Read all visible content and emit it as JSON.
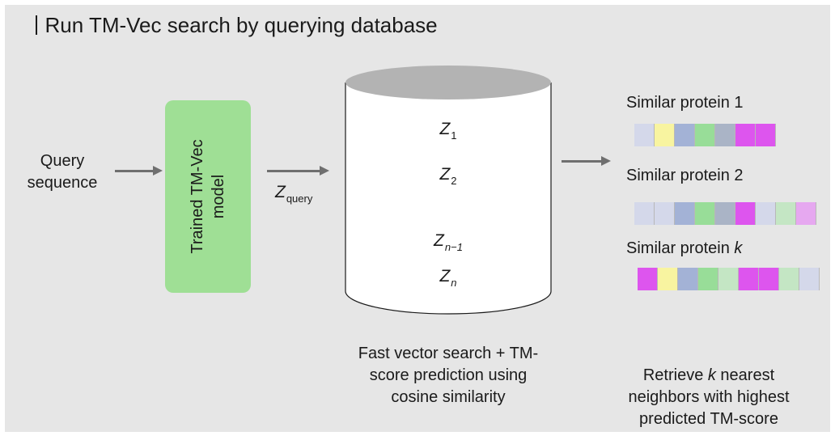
{
  "title": "Run TM-Vec search by querying database",
  "query": {
    "label": "Query\nsequence"
  },
  "model": {
    "label": "Trained TM-Vec\nmodel",
    "color": "#9fdf95"
  },
  "zquery": {
    "var": "Z",
    "sub": "query"
  },
  "database": {
    "entries": [
      {
        "var": "Z",
        "sub": "1"
      },
      {
        "var": "Z",
        "sub": "2"
      },
      {
        "var": "Z",
        "sub": "n−1"
      },
      {
        "var": "Z",
        "sub": "n"
      }
    ],
    "caption": "Fast vector search + TM-\nscore prediction using\ncosine similarity"
  },
  "results": {
    "proteins": [
      {
        "label": "Similar  protein 1",
        "label_k": "",
        "cells": [
          "#d4d8ea",
          "#f8f4a0",
          "#a3b2d6",
          "#98dd98",
          "#aab4c6",
          "#dd55ee",
          "#dd55ee"
        ]
      },
      {
        "label": "Similar protein 2",
        "label_k": "",
        "cells": [
          "#d4d8ea",
          "#d4d8ea",
          "#a3b2d6",
          "#98dd98",
          "#aab4c6",
          "#dd55ee",
          "#d4d8ea",
          "#c4e6c4",
          "#e6a8f0"
        ]
      },
      {
        "label": "Similar protein ",
        "label_k": "k",
        "cells": [
          "#dd55ee",
          "#f8f4a0",
          "#a3b2d6",
          "#98dd98",
          "#c4e6c4",
          "#dd55ee",
          "#dd55ee",
          "#c4e6c4",
          "#d4d8ea"
        ]
      }
    ],
    "caption_pre": "Retrieve ",
    "caption_k": "k",
    "caption_post": " nearest\nneighbors with highest\npredicted TM-score"
  },
  "colors": {
    "panel": "#e6e6e6",
    "arrow": "#6f6f6f",
    "db_top": "#b3b3b3",
    "db_body": "#ffffff"
  }
}
